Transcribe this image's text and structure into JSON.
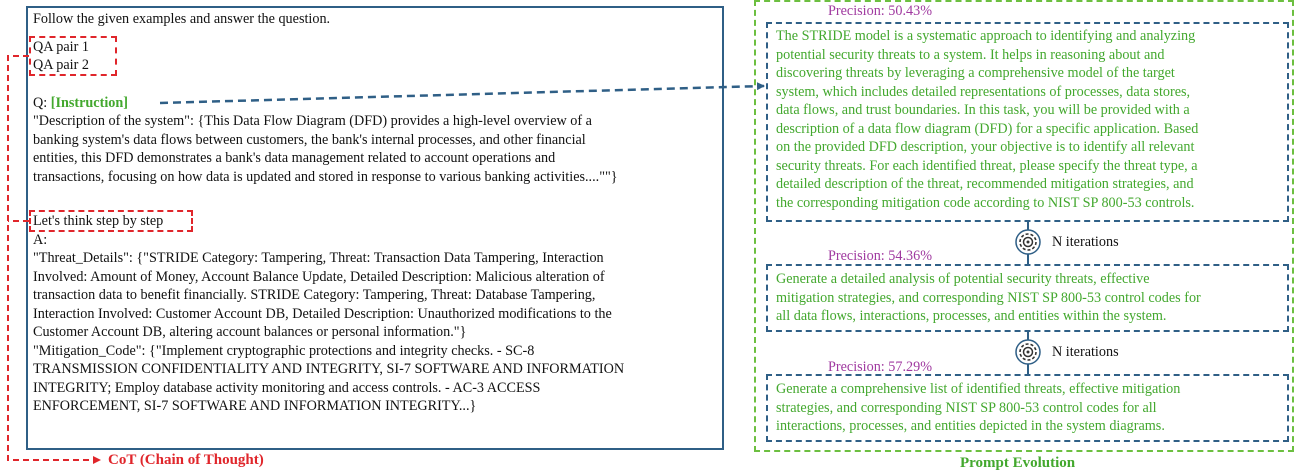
{
  "left_panel": {
    "lines": [
      "Follow the given examples and answer the question.",
      "QA pair 1",
      "QA pair 2",
      "",
      "Q: ",
      "\"Description of the system\": {This Data Flow Diagram (DFD) provides a high-level overview of a",
      "banking system's data flows between customers, the bank's internal processes, and other financial",
      "entities, this DFD demonstrates a bank's data management related to account operations and",
      "transactions, focusing on how data is updated and stored in response to various banking activities....\"\"}",
      "",
      "Let's think step by step",
      "A:",
      "\"Threat_Details\": {\"STRIDE Category: Tampering, Threat: Transaction Data Tampering, Interaction",
      "Involved: Amount of Money, Account Balance Update, Detailed Description: Malicious alteration of",
      "transaction data to benefit financially. STRIDE Category: Tampering, Threat: Database Tampering,",
      "Interaction Involved: Customer Account DB, Detailed Description: Unauthorized modifications to the",
      "Customer Account DB, altering account balances or personal information.\"}",
      "\"Mitigation_Code\": {\"Implement cryptographic protections and integrity checks. - SC-8",
      "TRANSMISSION CONFIDENTIALITY AND INTEGRITY, SI-7 SOFTWARE AND INFORMATION",
      "INTEGRITY; Employ database activity monitoring and access controls. - AC-3 ACCESS",
      "ENFORCEMENT, SI-7 SOFTWARE AND INFORMATION INTEGRITY...}"
    ],
    "instruction": "[Instruction]",
    "cot_label": "CoT (Chain of Thought)"
  },
  "right_panel": {
    "precision_1": "Precision: 50.43%",
    "prompt_1": [
      "The STRIDE model is a systematic approach to identifying and analyzing",
      "potential security threats to a system. It helps in reasoning about and",
      "discovering threats by leveraging a comprehensive model of the target",
      "system, which includes detailed representations of processes, data stores,",
      "data flows, and trust boundaries. In this task, you will be provided with a",
      "description of a data flow diagram (DFD) for a specific application. Based",
      "on the provided DFD description, your objective is to identify all relevant",
      "security threats. For each identified threat, please specify the threat type, a",
      "detailed description of the threat, recommended mitigation strategies, and",
      "the corresponding mitigation code according to NIST SP 800-53 controls."
    ],
    "iterations_1": "N iterations",
    "precision_2": "Precision: 54.36%",
    "prompt_2": [
      "Generate a detailed analysis of potential security threats, effective",
      "mitigation strategies, and corresponding NIST SP 800-53 control codes for",
      "all data flows, interactions, processes, and entities within the system."
    ],
    "iterations_2": "N iterations",
    "precision_3": "Precision: 57.29%",
    "prompt_3": [
      "Generate a comprehensive list of identified threats, effective mitigation",
      "strategies, and corresponding NIST SP 800-53 control codes for all",
      "interactions, processes, and entities depicted in the system diagrams."
    ],
    "pe_label": "Prompt Evolution"
  }
}
